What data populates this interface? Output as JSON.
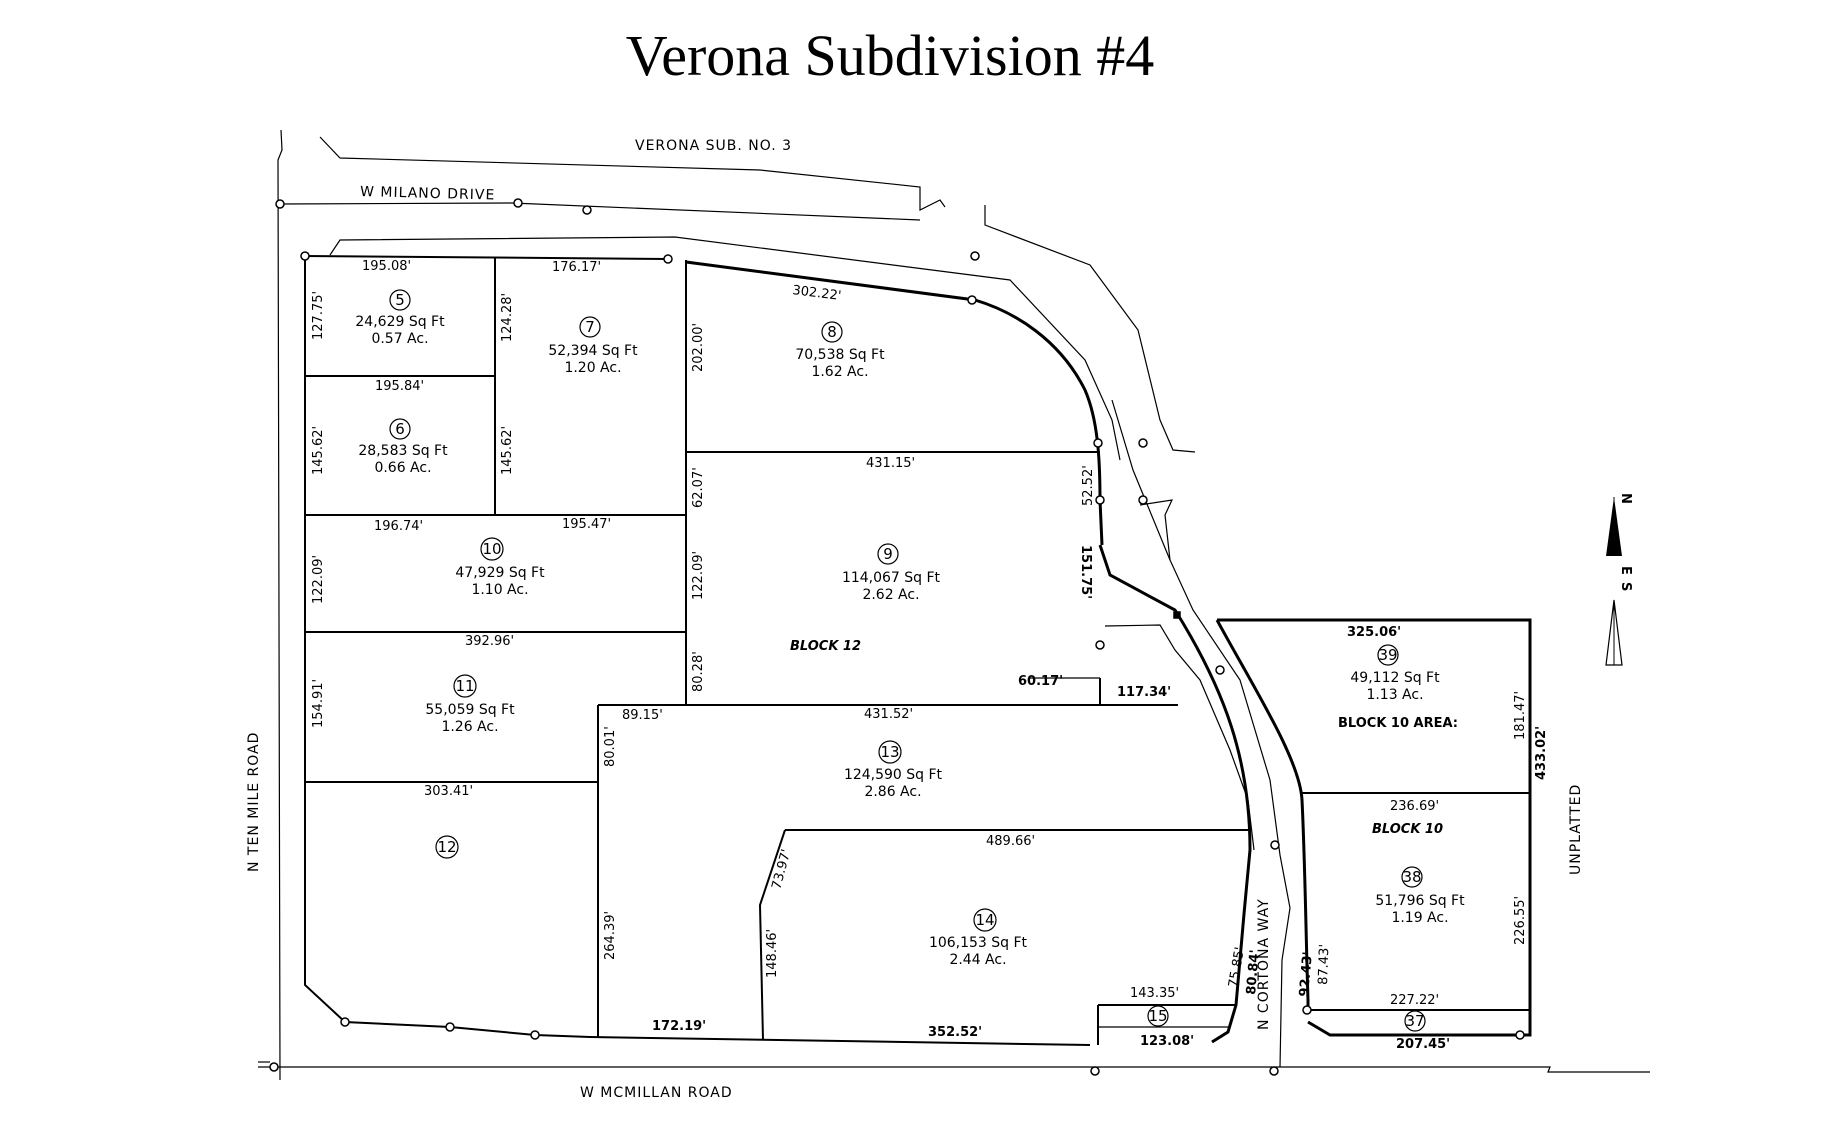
{
  "title": "Verona Subdivision #4",
  "roads": {
    "adjacent_subdivision": "VERONA SUB. NO. 3",
    "milano": "W MILANO DRIVE",
    "ten_mile": "N TEN MILE ROAD",
    "mcmillan": "W MCMILLAN ROAD",
    "cortona": "N CORTONA WAY",
    "unplatted": "UNPLATTED"
  },
  "blocks": {
    "block12": "BLOCK 12",
    "block10": "BLOCK 10",
    "block10_area": "BLOCK 10 AREA:"
  },
  "lots": {
    "l5": {
      "num": "5",
      "sqft": "24,629 Sq Ft",
      "acres": "0.57 Ac."
    },
    "l6": {
      "num": "6",
      "sqft": "28,583 Sq Ft",
      "acres": "0.66 Ac."
    },
    "l7": {
      "num": "7",
      "sqft": "52,394 Sq Ft",
      "acres": "1.20 Ac."
    },
    "l8": {
      "num": "8",
      "sqft": "70,538 Sq Ft",
      "acres": "1.62 Ac."
    },
    "l9": {
      "num": "9",
      "sqft": "114,067 Sq Ft",
      "acres": "2.62 Ac."
    },
    "l10": {
      "num": "10",
      "sqft": "47,929 Sq Ft",
      "acres": "1.10 Ac."
    },
    "l11": {
      "num": "11",
      "sqft": "55,059 Sq Ft",
      "acres": "1.26 Ac."
    },
    "l12": {
      "num": "12"
    },
    "l13": {
      "num": "13",
      "sqft": "124,590 Sq Ft",
      "acres": "2.86 Ac."
    },
    "l14": {
      "num": "14",
      "sqft": "106,153 Sq Ft",
      "acres": "2.44 Ac."
    },
    "l15": {
      "num": "15"
    },
    "l37": {
      "num": "37"
    },
    "l38": {
      "num": "38",
      "sqft": "51,796 Sq Ft",
      "acres": "1.19 Ac."
    },
    "l39": {
      "num": "39",
      "sqft": "49,112 Sq Ft",
      "acres": "1.13 Ac."
    }
  },
  "dims": {
    "d195_08": "195.08'",
    "d176_17": "176.17'",
    "d302_22": "302.22'",
    "d127_75": "127.75'",
    "d124_28": "124.28'",
    "d202_00": "202.00'",
    "d195_84": "195.84'",
    "d145_62a": "145.62'",
    "d145_62b": "145.62'",
    "d431_15": "431.15'",
    "d52_52": "52.52'",
    "d62_07": "62.07'",
    "d196_74": "196.74'",
    "d195_47": "195.47'",
    "d122_09a": "122.09'",
    "d122_09b": "122.09'",
    "d151_75": "151.75'",
    "d392_96": "392.96'",
    "d80_28": "80.28'",
    "d60_17": "60.17'",
    "d117_34": "117.34'",
    "d154_91": "154.91'",
    "d89_15": "89.15'",
    "d431_52": "431.52'",
    "d80_01": "80.01'",
    "d303_41": "303.41'",
    "d489_66": "489.66'",
    "d73_97": "73.97'",
    "d264_39": "264.39'",
    "d148_46": "148.46'",
    "d172_19": "172.19'",
    "d352_52": "352.52'",
    "d143_35": "143.35'",
    "d75_85": "75.85'",
    "d80_84": "80.84'",
    "d123_08": "123.08'",
    "d325_06": "325.06'",
    "d181_47": "181.47'",
    "d433_02": "433.02'",
    "d236_69": "236.69'",
    "d92_43": "92.43'",
    "d87_43": "87.43'",
    "d226_55": "226.55'",
    "d227_22": "227.22'",
    "d207_45": "207.45'"
  },
  "north_arrow": {
    "letter_n": "N",
    "letter_e": "E",
    "letter_s": "S"
  }
}
